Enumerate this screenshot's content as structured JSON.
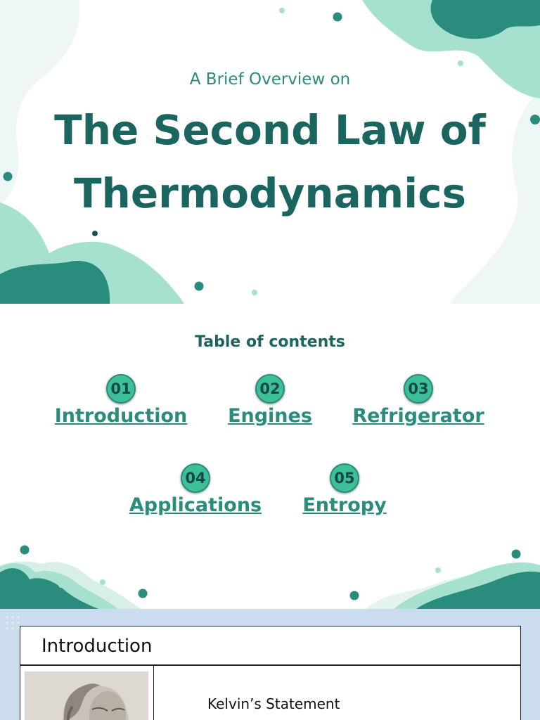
{
  "title_slide": {
    "subtitle": "A Brief Overview on",
    "title_line1": "The Second Law of",
    "title_line2": "Thermodynamics"
  },
  "toc": {
    "heading": "Table of contents",
    "items": [
      {
        "number": "01",
        "label": "Introduction"
      },
      {
        "number": "02",
        "label": "Engines"
      },
      {
        "number": "03",
        "label": "Refrigerator"
      },
      {
        "number": "04",
        "label": "Applications"
      },
      {
        "number": "05",
        "label": "Entropy"
      }
    ]
  },
  "intro_slide": {
    "header": "Introduction",
    "statement_label": "Kelvin’s Statement"
  },
  "colors": {
    "dark_teal": "#1b6560",
    "teal": "#2a8c7c",
    "mint": "#a6e1d0",
    "badge": "#3cbf9a",
    "intro_background": "#ccdcef"
  }
}
